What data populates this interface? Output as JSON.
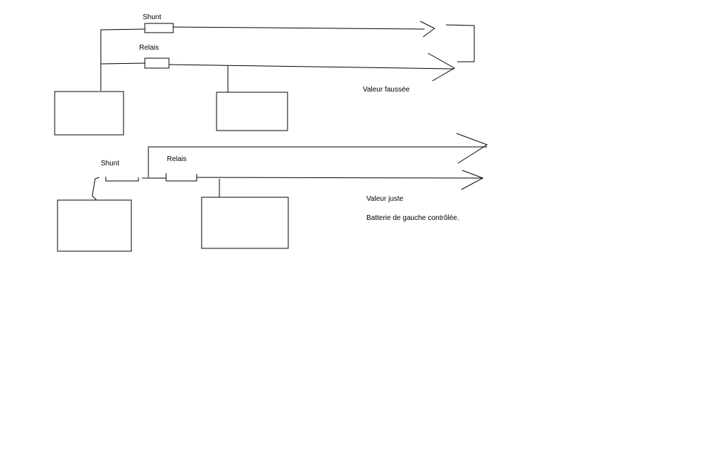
{
  "top_diagram": {
    "shunt_label": "Shunt",
    "relais_label": "Relais",
    "caption": "Valeur faussée"
  },
  "bottom_diagram": {
    "shunt_label": "Shunt",
    "relais_label": "Relais",
    "caption": "Valeur juste",
    "note": "Batterie de gauche contrôlée."
  },
  "colors": {
    "line": "#000000",
    "background": "#ffffff"
  }
}
